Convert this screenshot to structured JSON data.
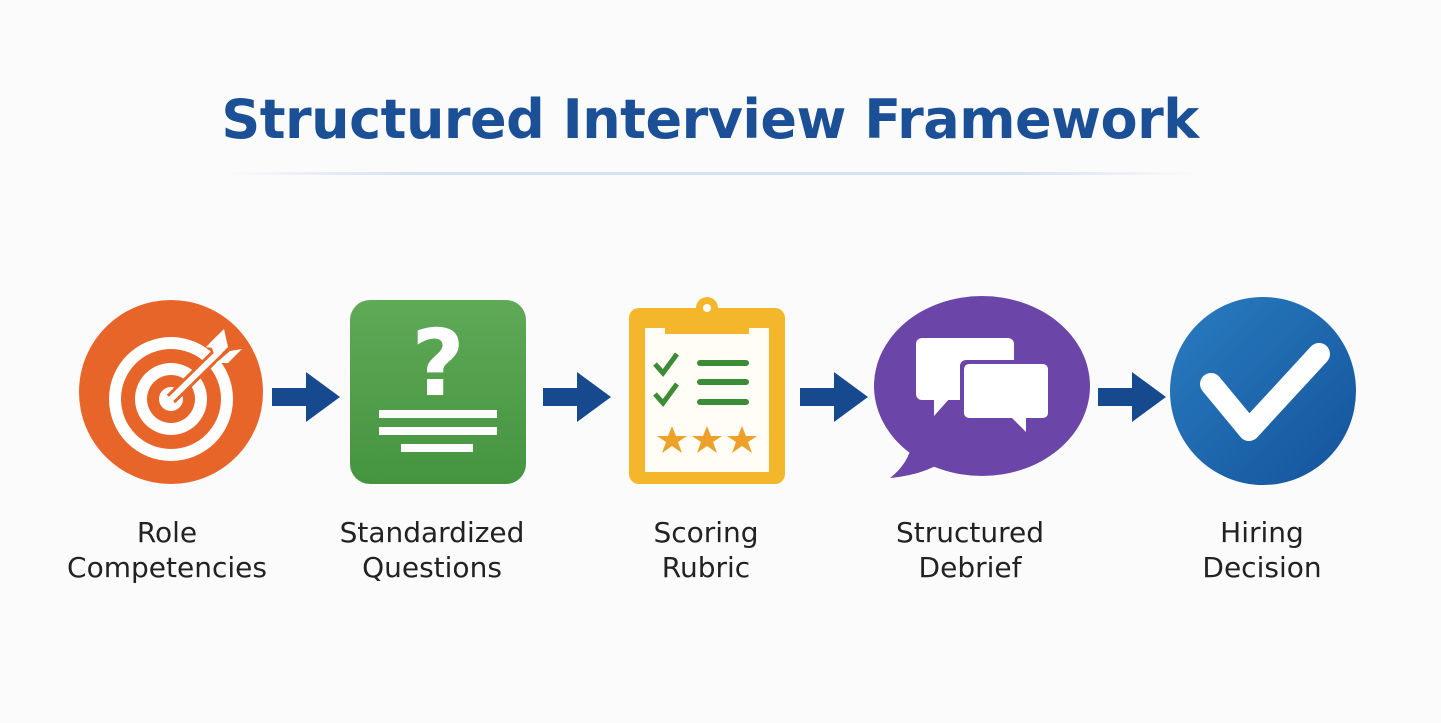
{
  "title": "Structured Interview Framework",
  "steps": [
    {
      "line1": "Role",
      "line2": "Competencies",
      "icon": "target-icon",
      "color": "#e8652a"
    },
    {
      "line1": "Standardized",
      "line2": "Questions",
      "icon": "question-document-icon",
      "color": "#4e9e4a"
    },
    {
      "line1": "Scoring",
      "line2": "Rubric",
      "icon": "clipboard-rubric-icon",
      "color": "#f4b62a"
    },
    {
      "line1": "Structured",
      "line2": "Debrief",
      "icon": "chat-bubbles-icon",
      "color": "#6b46a8"
    },
    {
      "line1": "Hiring",
      "line2": "Decision",
      "icon": "checkmark-icon",
      "color": "#1e64ac"
    }
  ],
  "arrow_color": "#17498f"
}
